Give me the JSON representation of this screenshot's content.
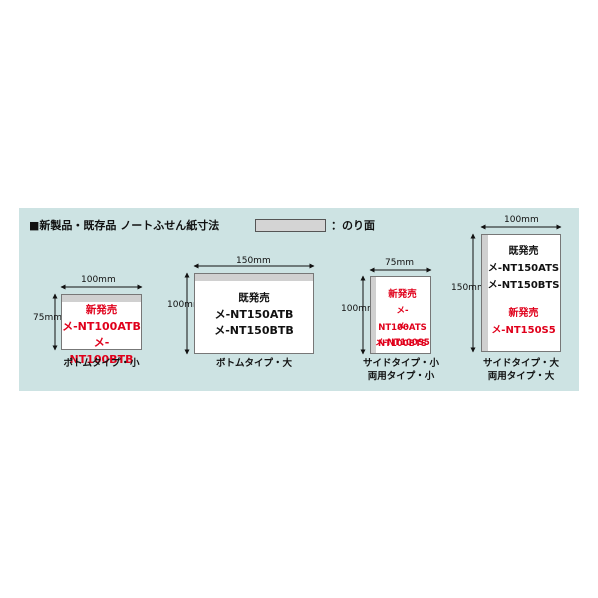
{
  "title": "■新製品・既存品 ノートふせん紙寸法",
  "legend": {
    "label": "：のり面",
    "glue_color": "#d0d0d0"
  },
  "colors": {
    "panel": "#cde3e3",
    "new_product": "#e0001b",
    "existing": "#111111"
  },
  "notes": [
    {
      "width_label": "100mm",
      "height_label": "75mm",
      "lines": [
        {
          "text": "新発売",
          "style": "red"
        },
        {
          "text": "メ-NT100ATB",
          "style": "red"
        },
        {
          "text": "メ-NT100BTB",
          "style": "red"
        }
      ],
      "caption": [
        "ボトムタイプ・小"
      ]
    },
    {
      "width_label": "150mm",
      "height_label": "100mm",
      "lines": [
        {
          "text": "既発売",
          "style": "black"
        },
        {
          "text": "メ-NT150ATB",
          "style": "black"
        },
        {
          "text": "メ-NT150BTB",
          "style": "black"
        }
      ],
      "caption": [
        "ボトムタイプ・大"
      ]
    },
    {
      "width_label": "75mm",
      "height_label": "100mm",
      "lines": [
        {
          "text": "新発売",
          "style": "red"
        },
        {
          "text": "メ-NT100ATS",
          "style": "red"
        },
        {
          "text": "メ-NT100BTS",
          "style": "red"
        },
        {
          "text": "メ-NT100S5",
          "style": "red"
        }
      ],
      "caption": [
        "サイドタイプ・小",
        "両用タイプ・小"
      ]
    },
    {
      "width_label": "100mm",
      "height_label": "150mm",
      "lines": [
        {
          "text": "既発売",
          "style": "black"
        },
        {
          "text": "メ-NT150ATS",
          "style": "black"
        },
        {
          "text": "メ-NT150BTS",
          "style": "black"
        },
        {
          "text": "",
          "style": "black"
        },
        {
          "text": "新発売",
          "style": "red"
        },
        {
          "text": "メ-NT150S5",
          "style": "red"
        }
      ],
      "caption": [
        "サイドタイプ・大",
        "両用タイプ・大"
      ]
    }
  ]
}
